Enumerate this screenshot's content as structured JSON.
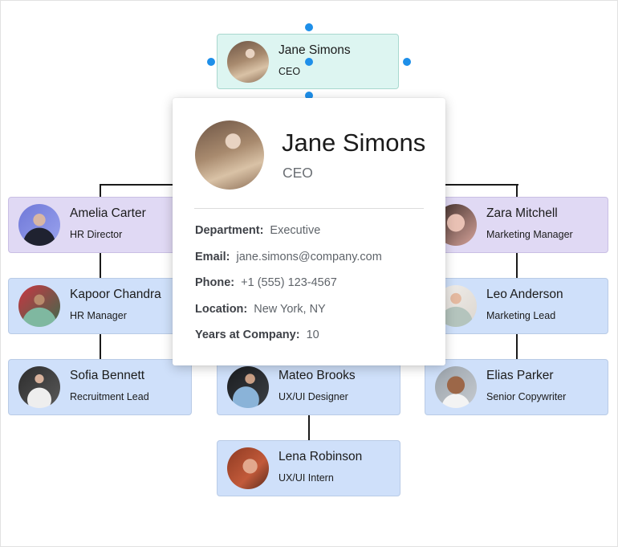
{
  "chart": {
    "nodes": [
      {
        "id": "jane",
        "name": "Jane Simons",
        "role": "CEO",
        "selected": true
      },
      {
        "id": "amelia",
        "name": "Amelia Carter",
        "role": "HR Director"
      },
      {
        "id": "zara",
        "name": "Zara Mitchell",
        "role": "Marketing Manager"
      },
      {
        "id": "kapoor",
        "name": "Kapoor Chandra",
        "role": "HR Manager"
      },
      {
        "id": "leo",
        "name": "Leo Anderson",
        "role": "Marketing Lead"
      },
      {
        "id": "sofia",
        "name": "Sofia Bennett",
        "role": "Recruitment Lead"
      },
      {
        "id": "mateo",
        "name": "Mateo Brooks",
        "role": "UX/UI Designer"
      },
      {
        "id": "elias",
        "name": "Elias Parker",
        "role": "Senior Copywriter"
      },
      {
        "id": "lena",
        "name": "Lena Robinson",
        "role": "UX/UI Intern"
      }
    ]
  },
  "popup": {
    "name": "Jane Simons",
    "role": "CEO",
    "fields": [
      {
        "label": "Department:",
        "value": "Executive"
      },
      {
        "label": "Email:",
        "value": "jane.simons@company.com"
      },
      {
        "label": "Phone:",
        "value": "+1 (555) 123-4567"
      },
      {
        "label": "Location:",
        "value": "New York, NY"
      },
      {
        "label": "Years at Company:",
        "value": "10"
      }
    ]
  },
  "colors": {
    "selection_handle": "#1e8fe9",
    "ceo_card": "#ddf5f1",
    "director_card": "#e0d9f4",
    "staff_card": "#cfe0fa"
  }
}
